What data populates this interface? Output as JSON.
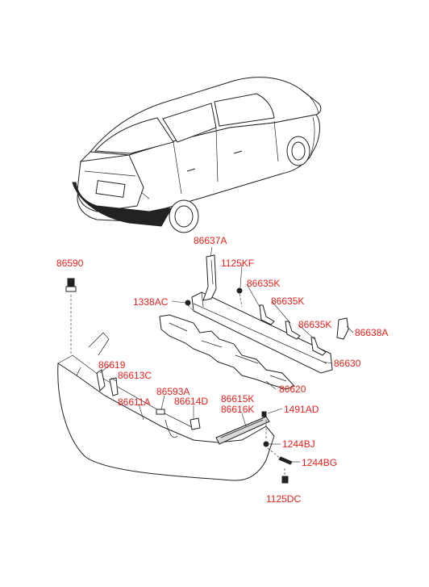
{
  "parts": {
    "p86637A": "86637A",
    "p1125KF": "1125KF",
    "p86635K_1": "86635K",
    "p86635K_2": "86635K",
    "p86635K_3": "86635K",
    "p86590": "86590",
    "p1338AC": "1338AC",
    "p86638A": "86638A",
    "p86630": "86630",
    "p86619": "86619",
    "p86613C": "86613C",
    "p86620": "86620",
    "p86593A": "86593A",
    "p86611A": "86611A",
    "p86614D": "86614D",
    "p86615K": "86615K",
    "p86616K": "86616K",
    "p1491AD": "1491AD",
    "p1244BJ": "1244BJ",
    "p1244BG": "1244BG",
    "p1125DC": "1125DC"
  }
}
